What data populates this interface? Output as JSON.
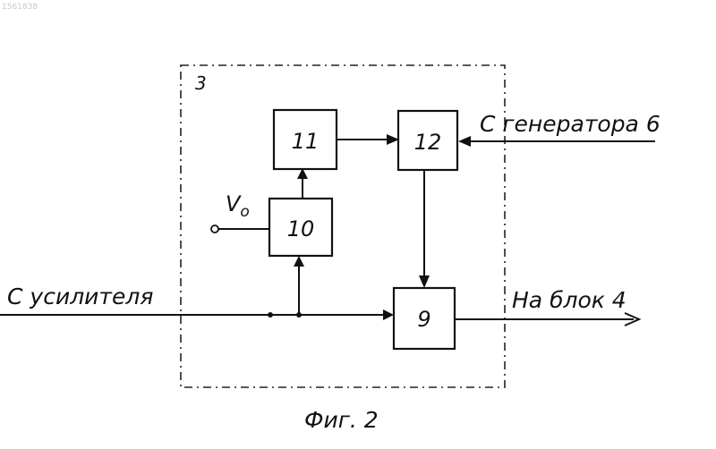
{
  "corner_id": "1561838",
  "unit_label": "3",
  "blocks": [
    {
      "id": "11",
      "label": "11"
    },
    {
      "id": "12",
      "label": "12"
    },
    {
      "id": "10",
      "label": "10"
    },
    {
      "id": "9",
      "label": "9"
    }
  ],
  "signals": {
    "from_generator": "С генератора 6",
    "from_amplifier": "С усилителя",
    "to_block": "На блок 4",
    "reference_voltage_symbol": "V",
    "reference_voltage_subscript": "o"
  },
  "caption": "Фиг. 2"
}
